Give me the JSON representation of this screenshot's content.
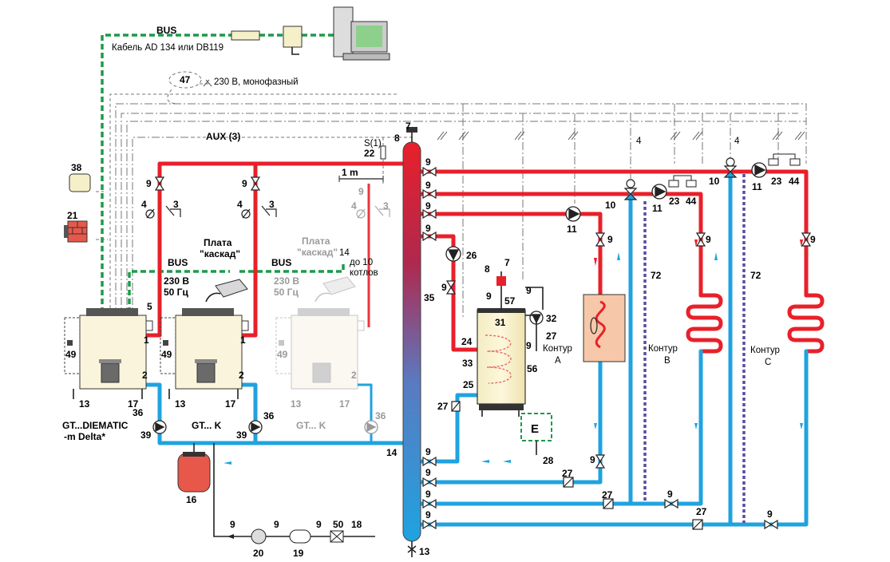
{
  "labels": {
    "bus_top": "BUS",
    "cable": "Кабель AD 134 или DB119",
    "n47": "47",
    "power_mono": "230 В, монофазный",
    "aux": "AUX (3)",
    "s1": "S(1)",
    "n22": "22",
    "n7": "7",
    "n8": "8",
    "one_m": "1 m",
    "n38": "38",
    "n21": "21",
    "n9": "9",
    "n4": "4",
    "n3": "3",
    "n5": "5",
    "n1": "1",
    "n2": "2",
    "n49": "49",
    "n13": "13",
    "n17": "17",
    "n36": "36",
    "n39": "39",
    "n16": "16",
    "n14": "14",
    "n35": "35",
    "n26": "26",
    "n24": "24",
    "n25": "25",
    "n31": "31",
    "n33": "33",
    "n56": "56",
    "n57": "57",
    "n32": "32",
    "n27": "27",
    "n28": "28",
    "n10": "10",
    "n11": "11",
    "n23": "23",
    "n44": "44",
    "n72": "72",
    "n20": "20",
    "n19": "19",
    "n50": "50",
    "n18": "18",
    "bus_mid1": "BUS",
    "bus_mid2": "BUS",
    "power_230": "230 В",
    "power_50": "50 Гц",
    "plate_line1": "Плата",
    "plate_line2": "\"каскад\"",
    "up_to_line1": "до 10",
    "up_to_line2": "котлов",
    "e_box": "E",
    "contour_word": "Контур",
    "contour_a": "A",
    "contour_b": "B",
    "contour_c": "C",
    "boiler1_line1": "GT...DIEMATIC",
    "boiler1_line2": "-m Delta*",
    "boiler2": "GT... K",
    "boiler3": "GT... K",
    "valve_4": "4"
  },
  "colors": {
    "flow": "#e8202a",
    "return": "#1fa3e0",
    "bus": "#1d9a4c",
    "boiler": "#fbf4dc",
    "vessel": "#e8584a",
    "separator": "#8c1f4a"
  }
}
